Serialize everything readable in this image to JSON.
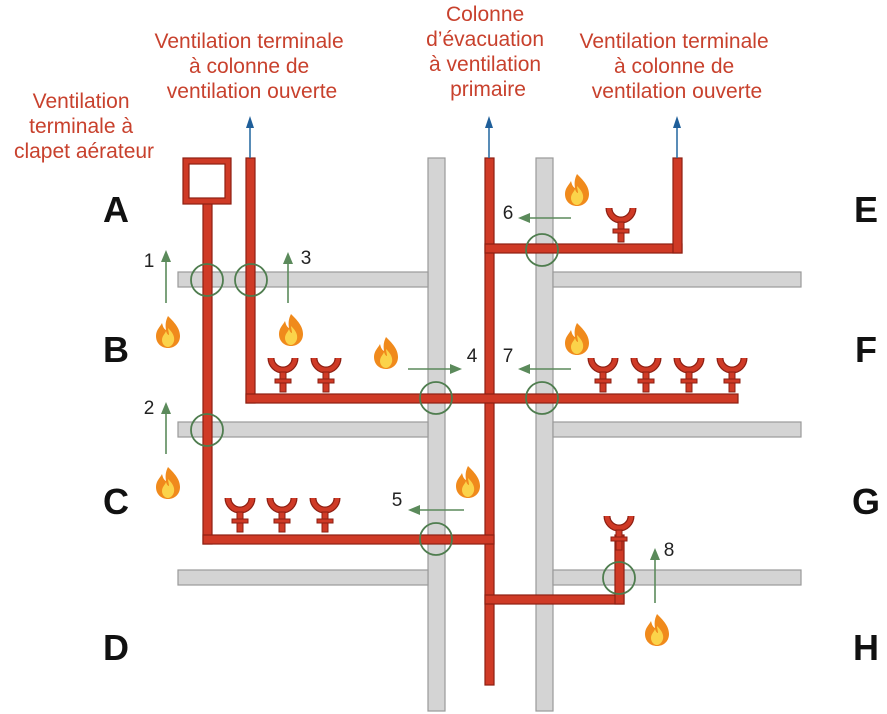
{
  "labels": {
    "vent_clapet": [
      "Ventilation",
      "terminale à",
      "clapet aérateur"
    ],
    "vent_col_left": [
      "Ventilation terminale",
      "à colonne de",
      "ventilation ouverte"
    ],
    "colonne": [
      "Colonne",
      "d’évacuation",
      "à ventilation",
      "primaire"
    ],
    "vent_col_right": [
      "Ventilation terminale",
      "à colonne de",
      "ventilation ouverte"
    ]
  },
  "zones": {
    "A": "A",
    "B": "B",
    "C": "C",
    "D": "D",
    "E": "E",
    "F": "F",
    "G": "G",
    "H": "H"
  },
  "numbers": {
    "n1": "1",
    "n2": "2",
    "n3": "3",
    "n4": "4",
    "n5": "5",
    "n6": "6",
    "n7": "7",
    "n8": "8"
  },
  "colors": {
    "pipe": "#cf3a26",
    "pipe_edge": "#8e1f12",
    "wall": "#d4d4d4",
    "collar": "#4f7d4f",
    "arrow": "#5b8a5b",
    "vent_arrow": "#1f5f9a",
    "label": "#c8412d"
  },
  "icons": {
    "fire": "fire-icon",
    "fixture": "fixture-icon",
    "collar": "fire-collar-icon",
    "vent_arrow": "vent-arrow-up-icon",
    "air_valve": "air-admittance-valve-icon"
  }
}
